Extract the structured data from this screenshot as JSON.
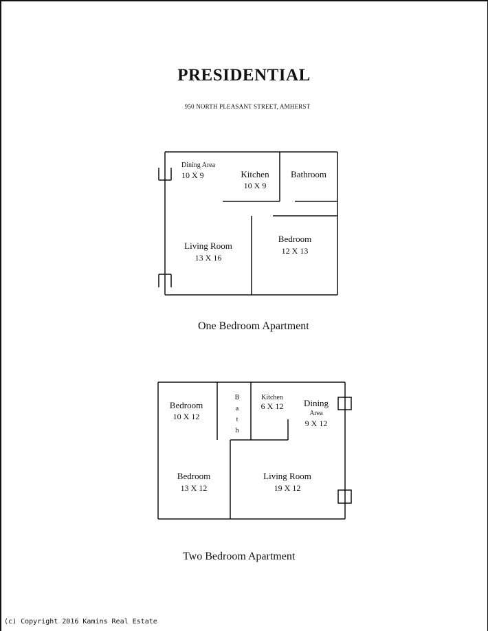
{
  "header": {
    "title": "PRESIDENTIAL",
    "address": "950 NORTH PLEASANT STREET, AMHERST"
  },
  "plan_one": {
    "caption": "One Bedroom Apartment",
    "rooms": {
      "dining": {
        "name": "Dining Area",
        "dim": "10 X 9"
      },
      "kitchen": {
        "name": "Kitchen",
        "dim": "10 X 9"
      },
      "bathroom": {
        "name": "Bathroom"
      },
      "living": {
        "name": "Living Room",
        "dim": "13 X 16"
      },
      "bedroom": {
        "name": "Bedroom",
        "dim": "12 X 13"
      }
    }
  },
  "plan_two": {
    "caption": "Two Bedroom Apartment",
    "rooms": {
      "bedroom1": {
        "name": "Bedroom",
        "dim": "10 X 12"
      },
      "bath": {
        "letters": [
          "B",
          "a",
          "t",
          "h"
        ]
      },
      "kitchen": {
        "name": "Kitchen",
        "dim": "6 X 12"
      },
      "dining": {
        "name_top": "Dining",
        "name_bottom": "Area",
        "dim": "9 X 12"
      },
      "bedroom2": {
        "name": "Bedroom",
        "dim": "13 X 12"
      },
      "living": {
        "name": "Living Room",
        "dim": "19 X 12"
      }
    }
  },
  "footer": {
    "copyright": "(c) Copyright 2016 Kamins Real Estate"
  }
}
